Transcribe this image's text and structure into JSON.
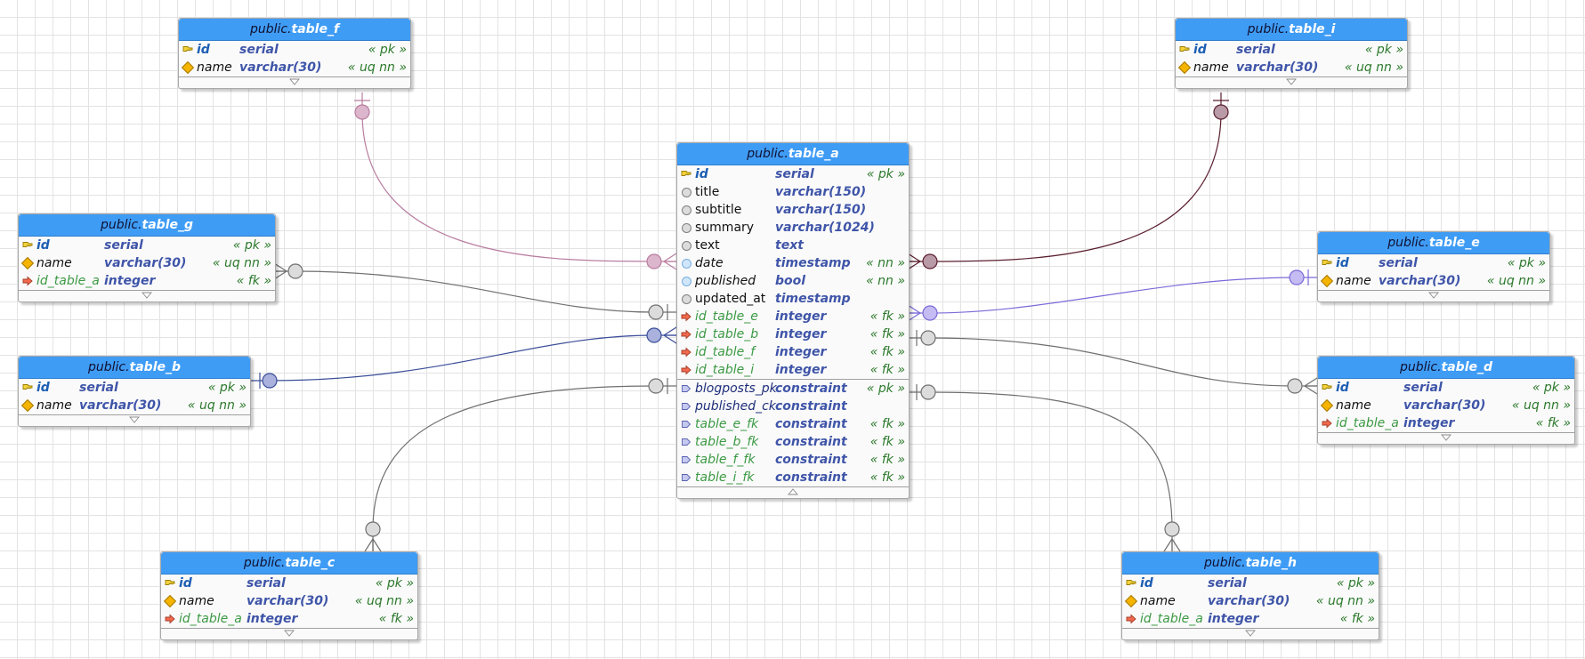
{
  "schema_prefix": "public.",
  "colors": {
    "header": "#3f9cf5",
    "grid": "#e3e3e3",
    "rel_f": "#b97d9f",
    "rel_i": "#5a1e2e",
    "rel_e": "#7a6ad8",
    "rel_b": "#3a4d99",
    "rel_gray": "#6f6f6f"
  },
  "icons": {
    "pk": "key-icon",
    "uq": "unique-diamond-icon",
    "fk": "foreign-key-arrow-icon",
    "col": "column-circle-icon",
    "nn": "not-null-column-icon",
    "con": "constraint-tag-icon",
    "expand": "expand-triangle-icon",
    "collapse": "collapse-triangle-icon"
  },
  "tables": [
    {
      "id": "table_f",
      "name": "table_f",
      "expand": "down",
      "columns": [
        {
          "name": "id",
          "type": "serial",
          "tag": "« pk »",
          "kind": "pk"
        },
        {
          "name": "name",
          "type": "varchar(30)",
          "tag": "« uq nn »",
          "kind": "uq"
        }
      ]
    },
    {
      "id": "table_i",
      "name": "table_i",
      "expand": "down",
      "columns": [
        {
          "name": "id",
          "type": "serial",
          "tag": "« pk »",
          "kind": "pk"
        },
        {
          "name": "name",
          "type": "varchar(30)",
          "tag": "« uq nn »",
          "kind": "uq"
        }
      ]
    },
    {
      "id": "table_g",
      "name": "table_g",
      "expand": "down",
      "columns": [
        {
          "name": "id",
          "type": "serial",
          "tag": "« pk »",
          "kind": "pk"
        },
        {
          "name": "name",
          "type": "varchar(30)",
          "tag": "« uq nn »",
          "kind": "uq"
        },
        {
          "name": "id_table_a",
          "type": "integer",
          "tag": "« fk »",
          "kind": "fk"
        }
      ]
    },
    {
      "id": "table_b",
      "name": "table_b",
      "expand": "down",
      "columns": [
        {
          "name": "id",
          "type": "serial",
          "tag": "« pk »",
          "kind": "pk"
        },
        {
          "name": "name",
          "type": "varchar(30)",
          "tag": "« uq nn »",
          "kind": "uq"
        }
      ]
    },
    {
      "id": "table_c",
      "name": "table_c",
      "expand": "down",
      "columns": [
        {
          "name": "id",
          "type": "serial",
          "tag": "« pk »",
          "kind": "pk"
        },
        {
          "name": "name",
          "type": "varchar(30)",
          "tag": "« uq nn »",
          "kind": "uq"
        },
        {
          "name": "id_table_a",
          "type": "integer",
          "tag": "« fk »",
          "kind": "fk"
        }
      ]
    },
    {
      "id": "table_e",
      "name": "table_e",
      "expand": "down",
      "columns": [
        {
          "name": "id",
          "type": "serial",
          "tag": "« pk »",
          "kind": "pk"
        },
        {
          "name": "name",
          "type": "varchar(30)",
          "tag": "« uq nn »",
          "kind": "uq"
        }
      ]
    },
    {
      "id": "table_d",
      "name": "table_d",
      "expand": "down",
      "columns": [
        {
          "name": "id",
          "type": "serial",
          "tag": "« pk »",
          "kind": "pk"
        },
        {
          "name": "name",
          "type": "varchar(30)",
          "tag": "« uq nn »",
          "kind": "uq"
        },
        {
          "name": "id_table_a",
          "type": "integer",
          "tag": "« fk »",
          "kind": "fk"
        }
      ]
    },
    {
      "id": "table_h",
      "name": "table_h",
      "expand": "down",
      "columns": [
        {
          "name": "id",
          "type": "serial",
          "tag": "« pk »",
          "kind": "pk"
        },
        {
          "name": "name",
          "type": "varchar(30)",
          "tag": "« uq nn »",
          "kind": "uq"
        },
        {
          "name": "id_table_a",
          "type": "integer",
          "tag": "« fk »",
          "kind": "fk"
        }
      ]
    },
    {
      "id": "table_a",
      "name": "table_a",
      "expand": "up",
      "columns": [
        {
          "name": "id",
          "type": "serial",
          "tag": "« pk »",
          "kind": "pk"
        },
        {
          "name": "title",
          "type": "varchar(150)",
          "tag": "",
          "kind": "col"
        },
        {
          "name": "subtitle",
          "type": "varchar(150)",
          "tag": "",
          "kind": "col"
        },
        {
          "name": "summary",
          "type": "varchar(1024)",
          "tag": "",
          "kind": "col"
        },
        {
          "name": "text",
          "type": "text",
          "tag": "",
          "kind": "col"
        },
        {
          "name": "date",
          "type": "timestamp",
          "tag": "« nn »",
          "kind": "nn"
        },
        {
          "name": "published",
          "type": "bool",
          "tag": "« nn »",
          "kind": "nn"
        },
        {
          "name": "updated_at",
          "type": "timestamp",
          "tag": "",
          "kind": "col"
        },
        {
          "name": "id_table_e",
          "type": "integer",
          "tag": "« fk »",
          "kind": "fk"
        },
        {
          "name": "id_table_b",
          "type": "integer",
          "tag": "« fk »",
          "kind": "fk"
        },
        {
          "name": "id_table_f",
          "type": "integer",
          "tag": "« fk »",
          "kind": "fk"
        },
        {
          "name": "id_table_i",
          "type": "integer",
          "tag": "« fk »",
          "kind": "fk"
        }
      ],
      "constraints": [
        {
          "name": "blogposts_pk",
          "type": "constraint",
          "tag": "« pk »",
          "kind": "conpk"
        },
        {
          "name": "published_ck",
          "type": "constraint",
          "tag": "",
          "kind": "conck"
        },
        {
          "name": "table_e_fk",
          "type": "constraint",
          "tag": "« fk »",
          "kind": "confk"
        },
        {
          "name": "table_b_fk",
          "type": "constraint",
          "tag": "« fk »",
          "kind": "confk"
        },
        {
          "name": "table_f_fk",
          "type": "constraint",
          "tag": "« fk »",
          "kind": "confk"
        },
        {
          "name": "table_i_fk",
          "type": "constraint",
          "tag": "« fk »",
          "kind": "confk"
        }
      ]
    }
  ]
}
